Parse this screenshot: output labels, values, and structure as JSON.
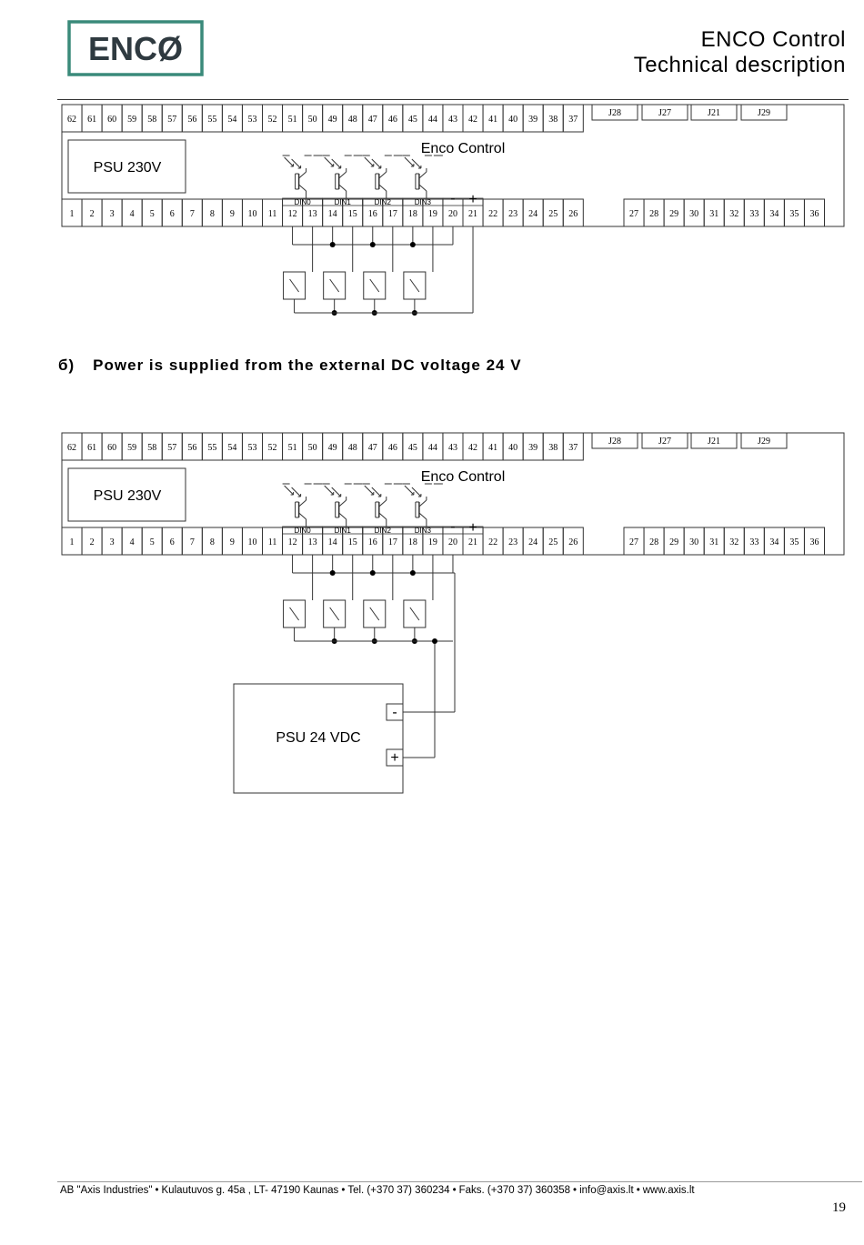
{
  "header": {
    "logo_text": "ENCØ",
    "title_line1": "ENCO Control",
    "title_line2": "Technical description"
  },
  "section_b": {
    "marker": "б)",
    "text": "Power is supplied from the external DC voltage 24 V"
  },
  "diagram": {
    "top_terminals": [
      "62",
      "61",
      "60",
      "59",
      "58",
      "57",
      "56",
      "55",
      "54",
      "53",
      "52",
      "51",
      "50",
      "49",
      "48",
      "47",
      "46",
      "45",
      "44",
      "43",
      "42",
      "41",
      "40",
      "39",
      "38",
      "37"
    ],
    "bottom_terminals_left": [
      "1",
      "2",
      "3",
      "4",
      "5",
      "6",
      "7",
      "8",
      "9",
      "10",
      "11",
      "12",
      "13",
      "14",
      "15",
      "16",
      "17",
      "18",
      "19",
      "20",
      "21",
      "22",
      "23",
      "24",
      "25",
      "26"
    ],
    "bottom_terminals_right": [
      "27",
      "28",
      "29",
      "30",
      "31",
      "32",
      "33",
      "34",
      "35",
      "36"
    ],
    "jumpers": [
      "J28",
      "J27",
      "J21",
      "J29"
    ],
    "psu_label": "PSU 230V",
    "controller_label": "Enco Control",
    "din_labels": [
      "DIN0",
      "DIN1",
      "DIN2",
      "DIN3"
    ],
    "polarity_minus": "-",
    "polarity_plus": "+",
    "ext_psu_label": "PSU 24 VDC",
    "ext_psu_minus": "-",
    "ext_psu_plus": "+"
  },
  "footer": {
    "company": "AB \"Axis Industries\"",
    "address": "Kulautuvos g. 45a , LT- 47190 Kaunas",
    "tel": "Tel. (+370 37) 360234",
    "fax": "Faks. (+370 37) 360358",
    "email": "info@axis.lt",
    "web": "www.axis.lt",
    "page_number": "19"
  },
  "colors": {
    "logo_border": "#3a8a7a",
    "logo_text": "#2f3a40",
    "line": "#333333"
  }
}
